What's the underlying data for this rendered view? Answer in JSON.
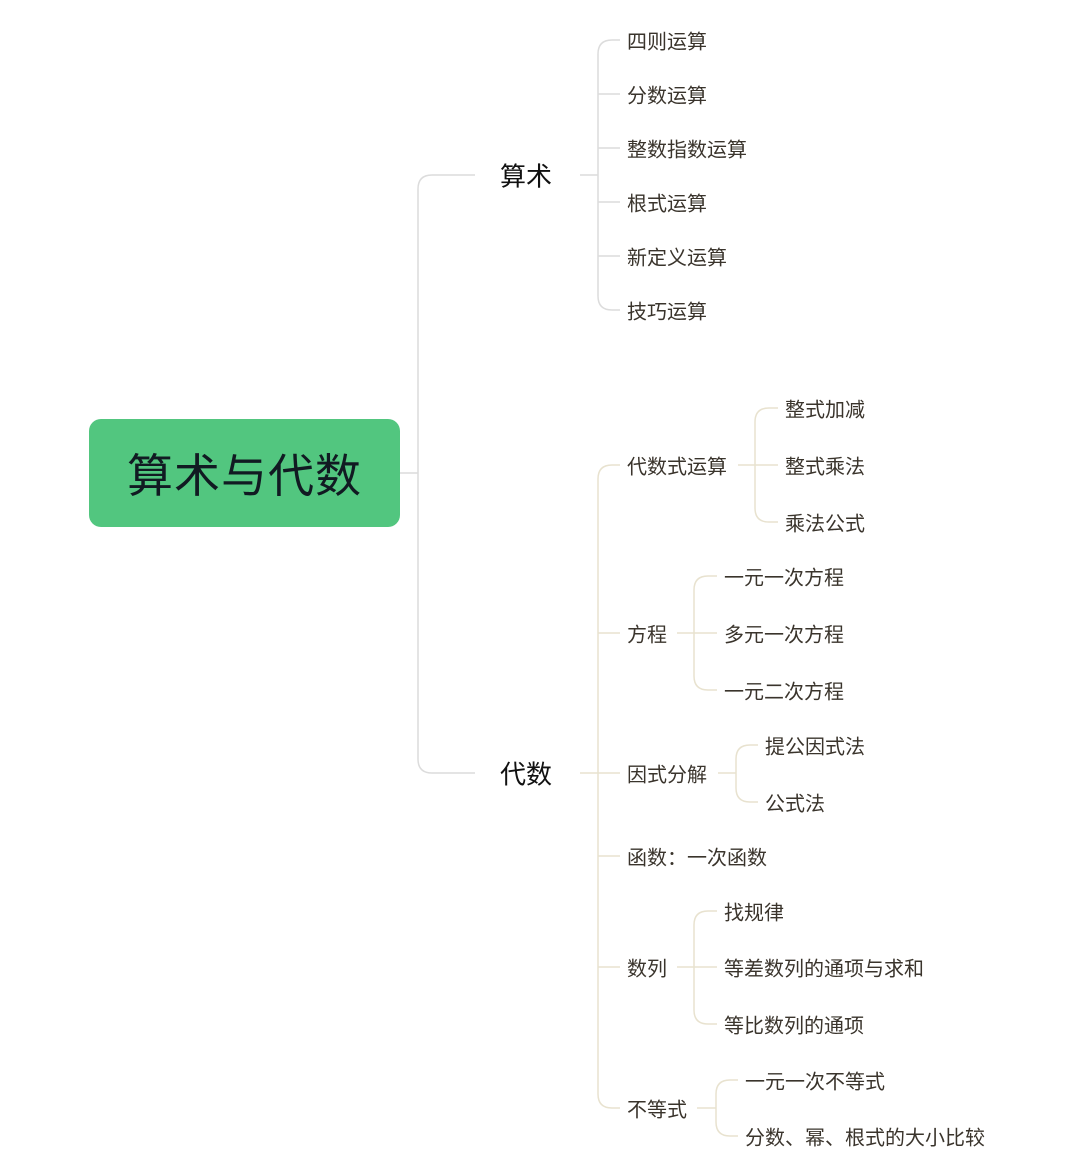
{
  "root": {
    "label": "算术与代数",
    "color": "#52c67f"
  },
  "branches": [
    {
      "label": "算术",
      "children": [
        {
          "label": "四则运算"
        },
        {
          "label": "分数运算"
        },
        {
          "label": "整数指数运算"
        },
        {
          "label": "根式运算"
        },
        {
          "label": "新定义运算"
        },
        {
          "label": "技巧运算"
        }
      ]
    },
    {
      "label": "代数",
      "children": [
        {
          "label": "代数式运算",
          "children": [
            {
              "label": "整式加减"
            },
            {
              "label": "整式乘法"
            },
            {
              "label": "乘法公式"
            }
          ]
        },
        {
          "label": "方程",
          "children": [
            {
              "label": "一元一次方程"
            },
            {
              "label": "多元一次方程"
            },
            {
              "label": "一元二次方程"
            }
          ]
        },
        {
          "label": "因式分解",
          "children": [
            {
              "label": "提公因式法"
            },
            {
              "label": "公式法"
            }
          ]
        },
        {
          "label": "函数：一次函数"
        },
        {
          "label": "数列",
          "children": [
            {
              "label": "找规律"
            },
            {
              "label": "等差数列的通项与求和"
            },
            {
              "label": "等比数列的通项"
            }
          ]
        },
        {
          "label": "不等式",
          "children": [
            {
              "label": "一元一次不等式"
            },
            {
              "label": "分数、幂、根式的大小比较"
            }
          ]
        }
      ]
    }
  ],
  "colors": {
    "line_main": "#dcdcdc",
    "line_algebra": "#e8e2cf"
  }
}
